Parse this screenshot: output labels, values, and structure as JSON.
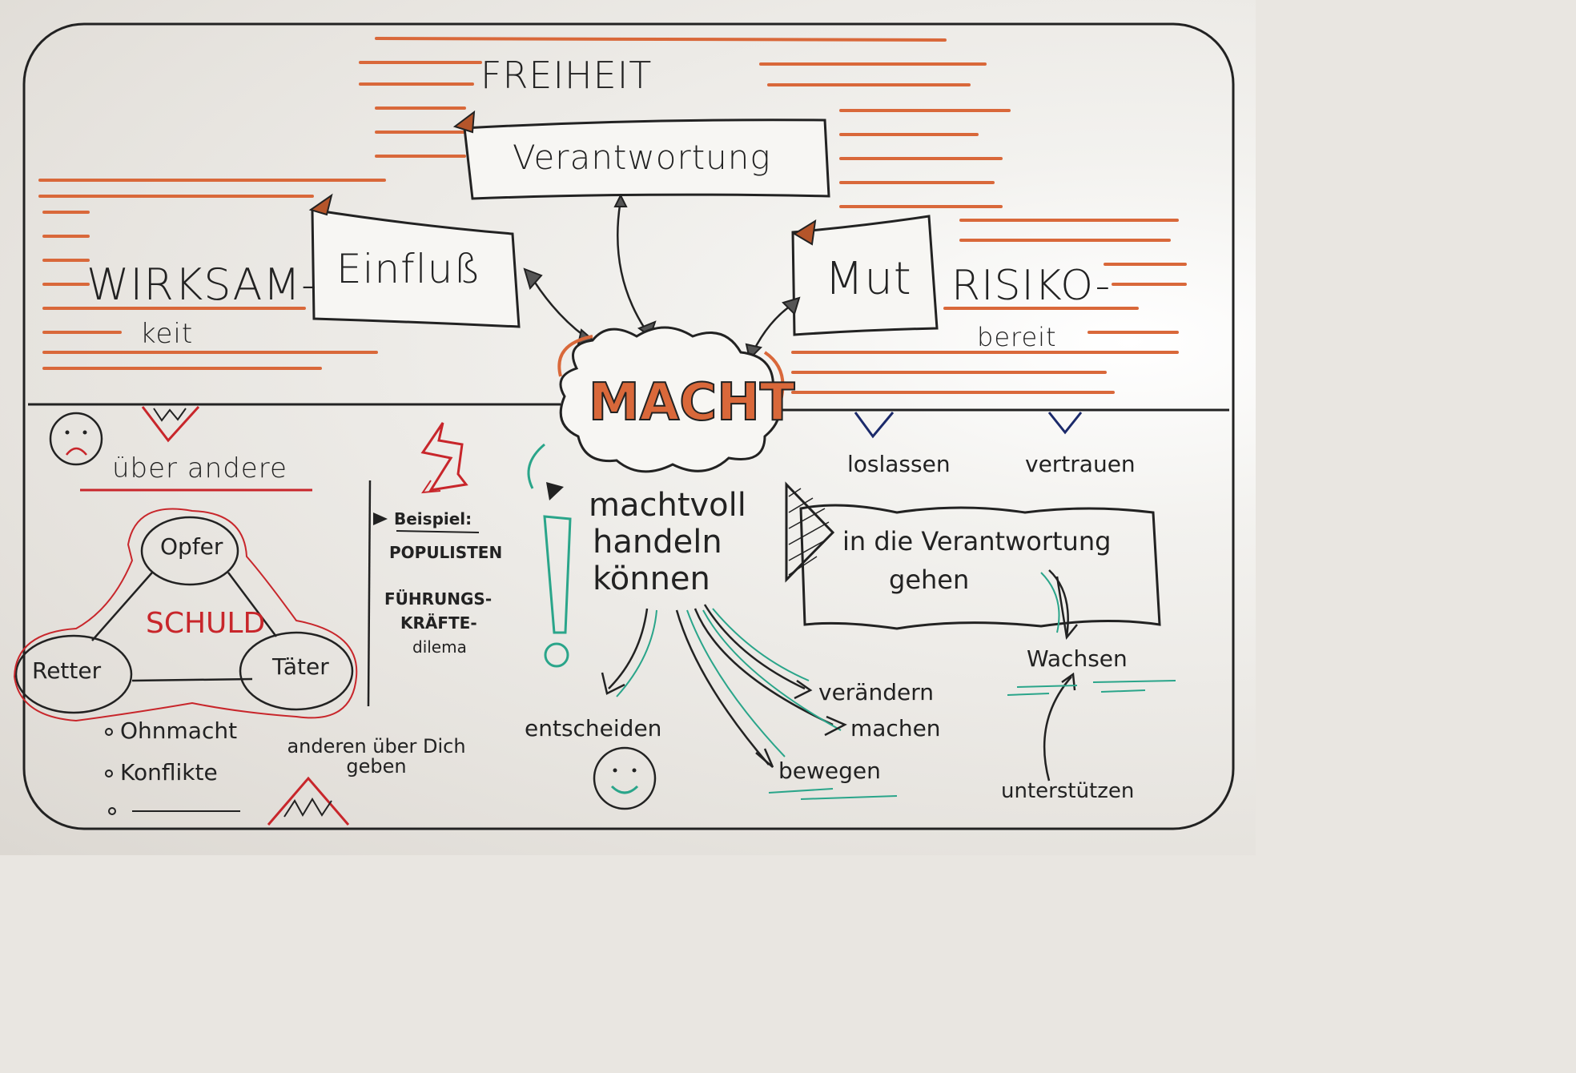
{
  "title": "FREIHEIT",
  "center": "MACHT",
  "top_box": "Verantwortung",
  "left_box": "Einfluß",
  "right_box": "Mut",
  "left_outer": {
    "line1": "WIRKSAM-",
    "line2": "keit"
  },
  "right_outer": {
    "line1": "RISIKO-",
    "line2": "bereit"
  },
  "left_panel": {
    "heading": "über andere",
    "triangle": {
      "center": "SCHULD",
      "top": "Opfer",
      "left": "Retter",
      "right": "Täter"
    },
    "bullets": [
      "Ohnmacht",
      "Konflikte",
      "______"
    ],
    "bottom_note": "anderen über Dich geben"
  },
  "example": {
    "heading": "Beispiel:",
    "items": [
      "POPULISTEN",
      "FÜHRUNGS-",
      "KRÄFTE-",
      "dilema"
    ]
  },
  "middle": {
    "main": [
      "machtvoll",
      "handeln",
      "können"
    ],
    "branches": [
      "entscheiden",
      "verändern",
      "machen",
      "bewegen"
    ]
  },
  "right_panel": {
    "tags": [
      "loslassen",
      "vertrauen"
    ],
    "banner": [
      "in die Verantwortung",
      "gehen"
    ],
    "grow": "Wachsen",
    "support": "unterstützen"
  },
  "colors": {
    "ink": "#222222",
    "orange": "#d9683a",
    "red": "#c8262b",
    "teal": "#2aa58a",
    "navy": "#1b2a6b",
    "brown": "#b5552a"
  }
}
